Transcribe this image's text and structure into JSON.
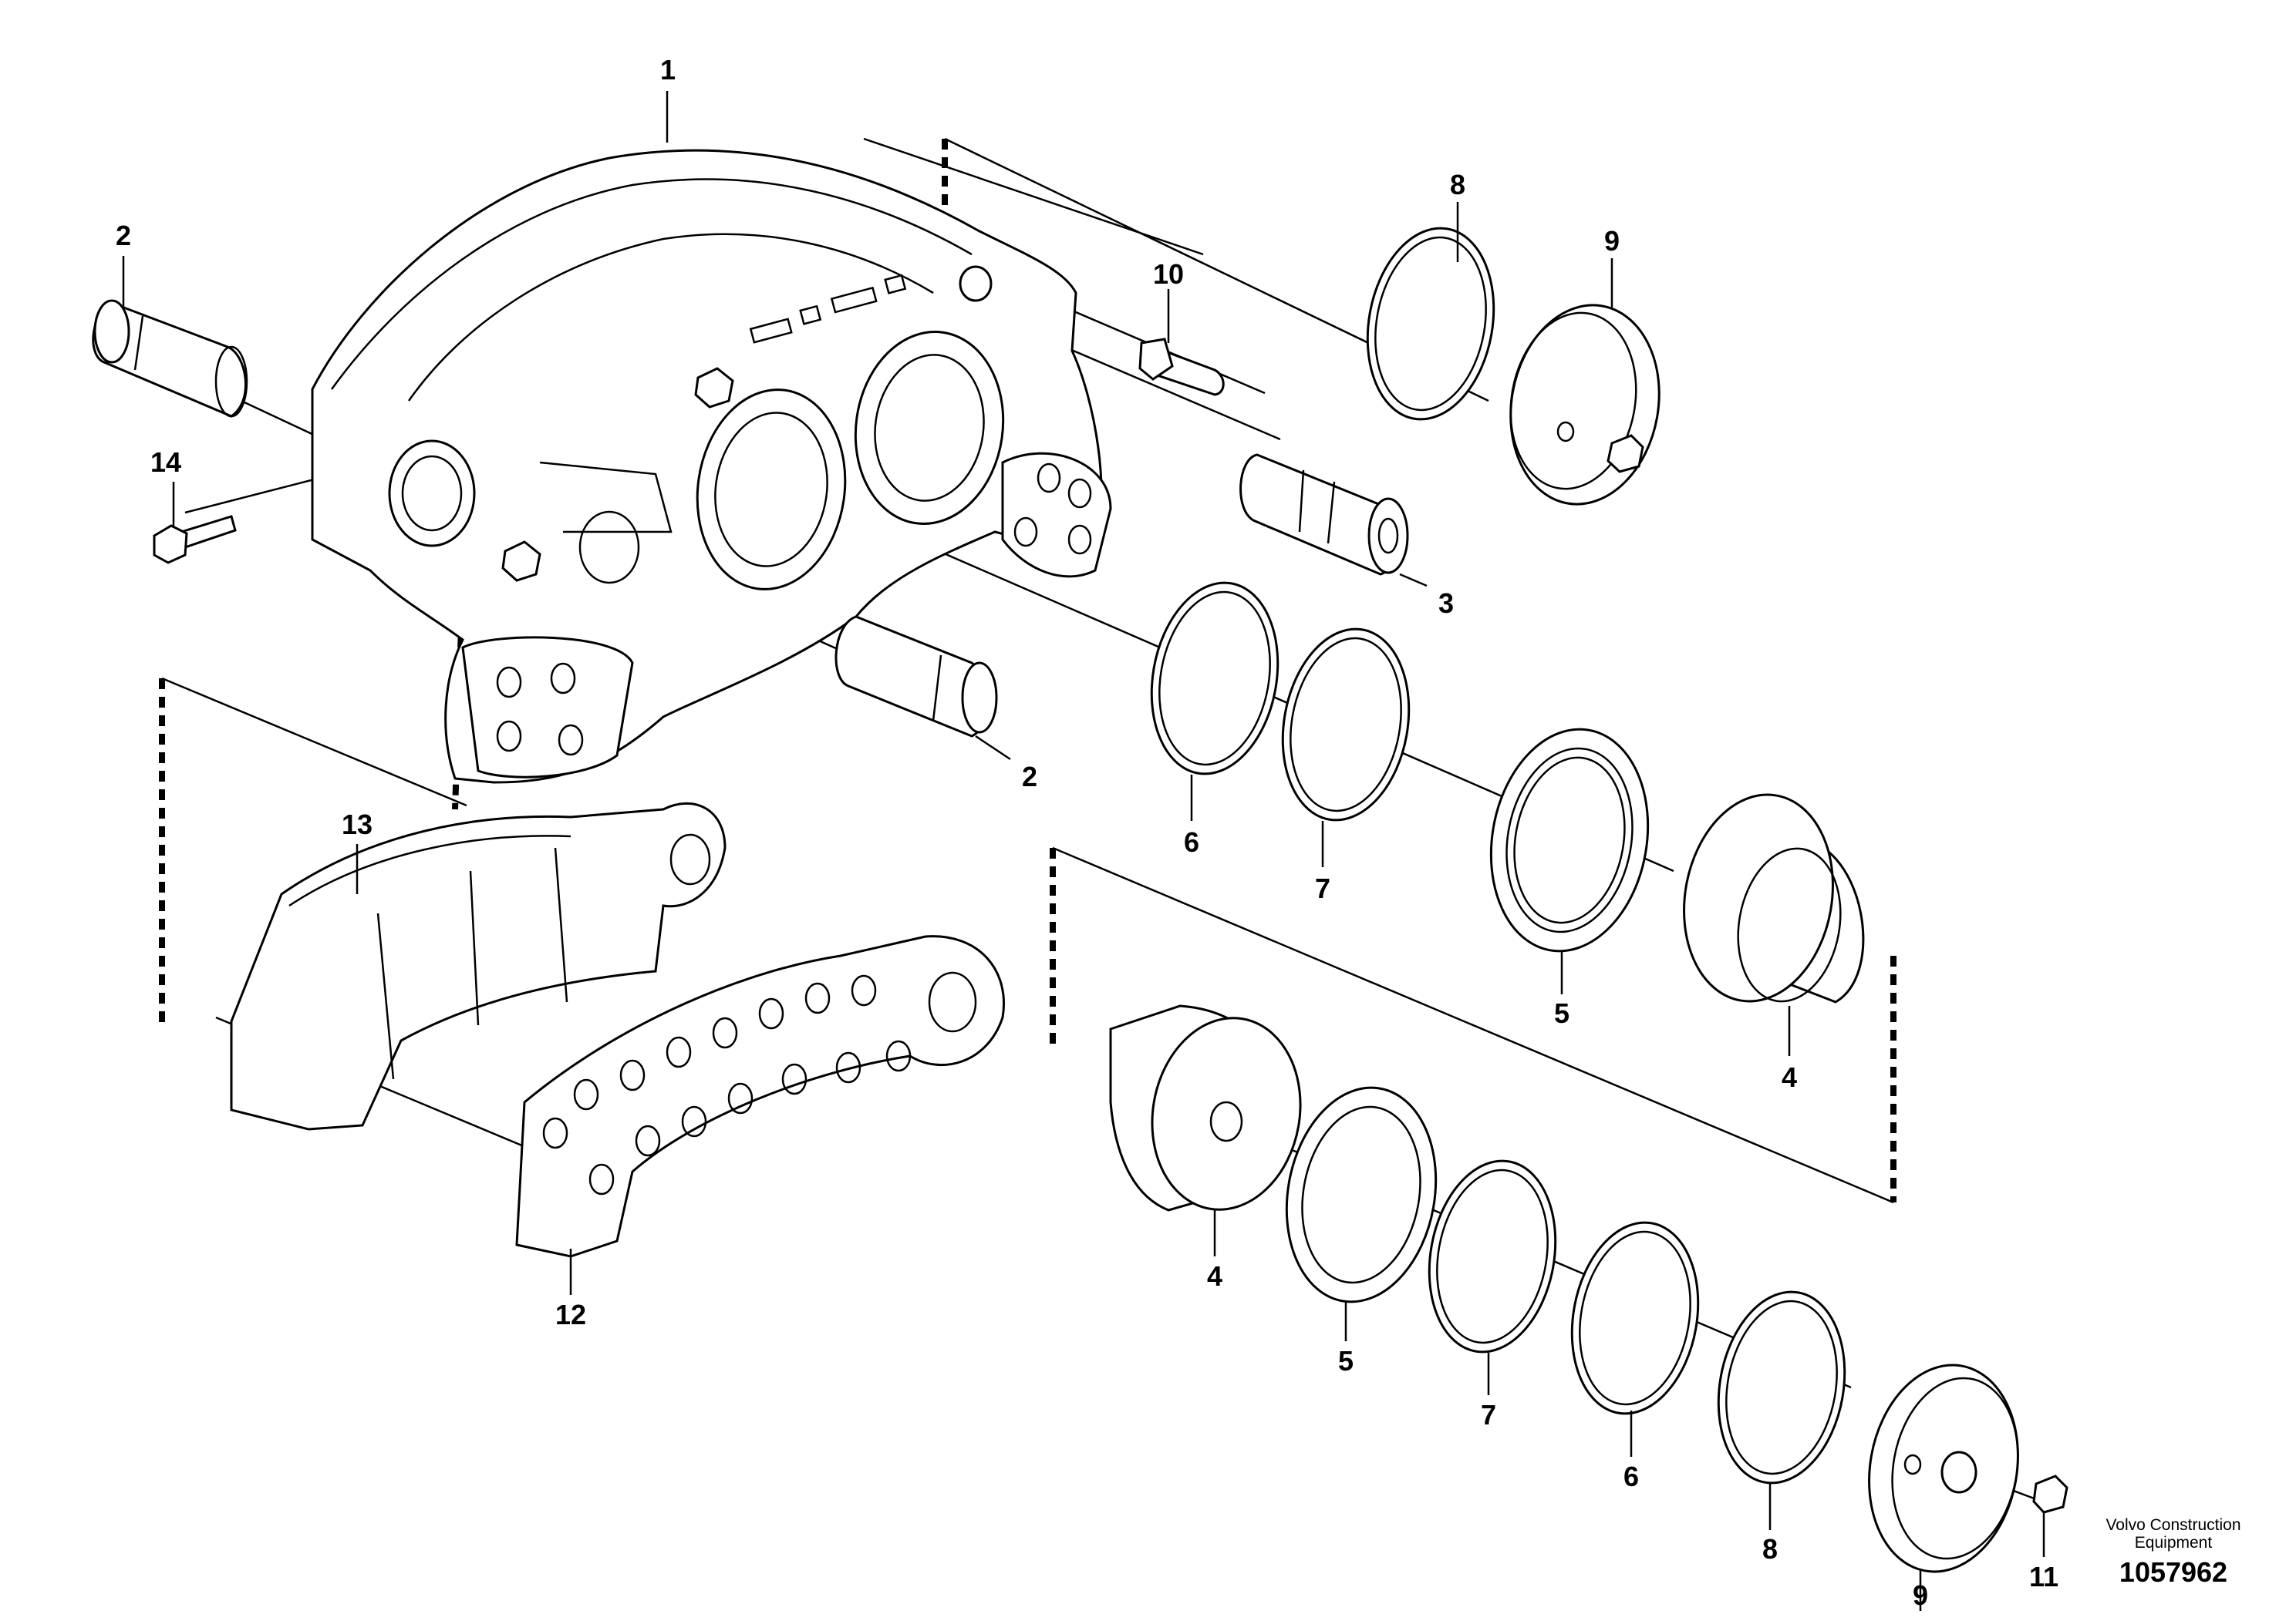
{
  "callouts": {
    "c1": "1",
    "c2a": "2",
    "c2b": "2",
    "c3": "3",
    "c4a": "4",
    "c4b": "4",
    "c5a": "5",
    "c5b": "5",
    "c6a": "6",
    "c6b": "6",
    "c7a": "7",
    "c7b": "7",
    "c8a": "8",
    "c8b": "8",
    "c9a": "9",
    "c9b": "9",
    "c10": "10",
    "c11": "11",
    "c12": "12",
    "c13": "13",
    "c14": "14"
  },
  "footer": {
    "brand_line1": "Volvo Construction",
    "brand_line2": "Equipment",
    "drawing_number": "1057962"
  }
}
